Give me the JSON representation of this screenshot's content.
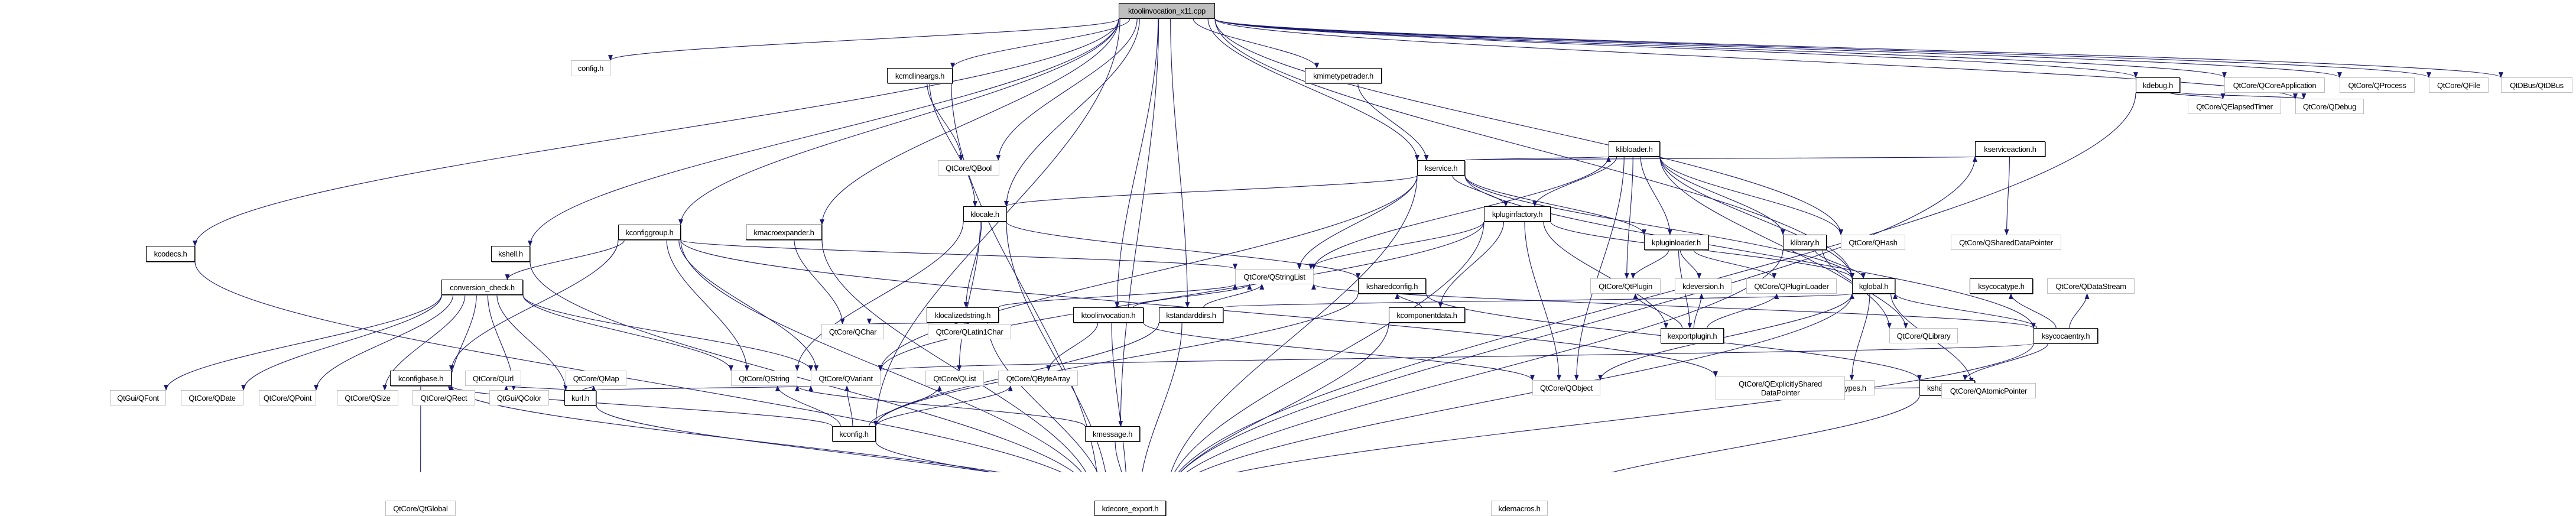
{
  "title": "ktoolinvocation_x11.cpp",
  "colors": {
    "edge": "#191970",
    "root_fill": "#bfbfbf",
    "local_border": "#000000",
    "external_border": "#bfbfbf"
  },
  "nodes": [
    {
      "id": "root",
      "label": "ktoolinvocation_x11.cpp",
      "kind": "root"
    },
    {
      "id": "config",
      "label": "config.h",
      "kind": "ext"
    },
    {
      "id": "kcodecs",
      "label": "kcodecs.h",
      "kind": "local"
    },
    {
      "id": "kshell",
      "label": "kshell.h",
      "kind": "local"
    },
    {
      "id": "kcmdlineargs",
      "label": "kcmdlineargs.h",
      "kind": "local"
    },
    {
      "id": "qbool",
      "label": "QtCore/QBool",
      "kind": "ext"
    },
    {
      "id": "kmimetypetrader",
      "label": "kmimetypetrader.h",
      "kind": "local"
    },
    {
      "id": "kservice",
      "label": "kservice.h",
      "kind": "local"
    },
    {
      "id": "klocale",
      "label": "klocale.h",
      "kind": "local"
    },
    {
      "id": "klibloader",
      "label": "klibloader.h",
      "kind": "local"
    },
    {
      "id": "kserviceaction",
      "label": "kserviceaction.h",
      "kind": "local"
    },
    {
      "id": "qshareddatapointer",
      "label": "QtCore/QSharedDataPointer",
      "kind": "ext"
    },
    {
      "id": "kpluginfactory",
      "label": "kpluginfactory.h",
      "kind": "local"
    },
    {
      "id": "kpluginloader",
      "label": "kpluginloader.h",
      "kind": "local"
    },
    {
      "id": "klibrary",
      "label": "klibrary.h",
      "kind": "local"
    },
    {
      "id": "qhash",
      "label": "QtCore/QHash",
      "kind": "ext"
    },
    {
      "id": "kconfiggroup",
      "label": "kconfiggroup.h",
      "kind": "local"
    },
    {
      "id": "kmacroexpander",
      "label": "kmacroexpander.h",
      "kind": "local"
    },
    {
      "id": "klocalizedstring",
      "label": "klocalizedstring.h",
      "kind": "local"
    },
    {
      "id": "ktoolinvocation",
      "label": "ktoolinvocation.h",
      "kind": "local"
    },
    {
      "id": "kstandarddirs",
      "label": "kstandarddirs.h",
      "kind": "local"
    },
    {
      "id": "kcomponentdata",
      "label": "kcomponentdata.h",
      "kind": "local"
    },
    {
      "id": "kexportplugin",
      "label": "kexportplugin.h",
      "kind": "local"
    },
    {
      "id": "qlibrary",
      "label": "QtCore/QLibrary",
      "kind": "ext"
    },
    {
      "id": "ksycocaentry",
      "label": "ksycocaentry.h",
      "kind": "local"
    },
    {
      "id": "qchar",
      "label": "QtCore/QChar",
      "kind": "ext"
    },
    {
      "id": "qlatin1char",
      "label": "QtCore/QLatin1Char",
      "kind": "ext"
    },
    {
      "id": "qstringlist",
      "label": "QtCore/QStringList",
      "kind": "ext"
    },
    {
      "id": "ksharedconfig",
      "label": "ksharedconfig.h",
      "kind": "local"
    },
    {
      "id": "qtplugin",
      "label": "QtCore/QtPlugin",
      "kind": "ext"
    },
    {
      "id": "kdeversion",
      "label": "kdeversion.h",
      "kind": "ext"
    },
    {
      "id": "qpluginloader",
      "label": "QtCore/QPluginLoader",
      "kind": "ext"
    },
    {
      "id": "kglobal",
      "label": "kglobal.h",
      "kind": "local"
    },
    {
      "id": "ksycocatype",
      "label": "ksycocatype.h",
      "kind": "local"
    },
    {
      "id": "qdatastream",
      "label": "QtCore/QDataStream",
      "kind": "ext"
    },
    {
      "id": "conversion_check",
      "label": "conversion_check.h",
      "kind": "local"
    },
    {
      "id": "qfont",
      "label": "QtGui/QFont",
      "kind": "ext"
    },
    {
      "id": "qdate",
      "label": "QtCore/QDate",
      "kind": "ext"
    },
    {
      "id": "qpoint",
      "label": "QtCore/QPoint",
      "kind": "ext"
    },
    {
      "id": "qsize",
      "label": "QtCore/QSize",
      "kind": "ext"
    },
    {
      "id": "qrect",
      "label": "QtCore/QRect",
      "kind": "ext"
    },
    {
      "id": "qcolor",
      "label": "QtGui/QColor",
      "kind": "ext"
    },
    {
      "id": "kurl",
      "label": "kurl.h",
      "kind": "local"
    },
    {
      "id": "kconfig",
      "label": "kconfig.h",
      "kind": "local"
    },
    {
      "id": "kmessage",
      "label": "kmessage.h",
      "kind": "local"
    },
    {
      "id": "qobject",
      "label": "QtCore/QObject",
      "kind": "ext"
    },
    {
      "id": "systypes",
      "label": "sys/types.h",
      "kind": "ext"
    },
    {
      "id": "ksharedptr",
      "label": "ksharedptr.h",
      "kind": "local"
    },
    {
      "id": "kconfigbase",
      "label": "kconfigbase.h",
      "kind": "local"
    },
    {
      "id": "qurl",
      "label": "QtCore/QUrl",
      "kind": "ext"
    },
    {
      "id": "qmap",
      "label": "QtCore/QMap",
      "kind": "ext"
    },
    {
      "id": "qstring",
      "label": "QtCore/QString",
      "kind": "ext"
    },
    {
      "id": "qvariant",
      "label": "QtCore/QVariant",
      "kind": "ext"
    },
    {
      "id": "qlist",
      "label": "QtCore/QList",
      "kind": "ext"
    },
    {
      "id": "qbytearray",
      "label": "QtCore/QByteArray",
      "kind": "ext"
    },
    {
      "id": "qexplicitlyshared",
      "label": "QtCore/QExplicitlyShared\nDataPointer",
      "kind": "ext"
    },
    {
      "id": "qatomicpointer",
      "label": "QtCore/QAtomicPointer",
      "kind": "ext"
    },
    {
      "id": "qtglobal",
      "label": "QtCore/QtGlobal",
      "kind": "ext"
    },
    {
      "id": "kdecore_export",
      "label": "kdecore_export.h",
      "kind": "local"
    },
    {
      "id": "kdemacros",
      "label": "kdemacros.h",
      "kind": "ext"
    },
    {
      "id": "kdebug",
      "label": "kdebug.h",
      "kind": "local"
    },
    {
      "id": "qelapsedtimer",
      "label": "QtCore/QElapsedTimer",
      "kind": "ext"
    },
    {
      "id": "qdebug",
      "label": "QtCore/QDebug",
      "kind": "ext"
    },
    {
      "id": "qcoreapplication",
      "label": "QtCore/QCoreApplication",
      "kind": "ext"
    },
    {
      "id": "qprocess",
      "label": "QtCore/QProcess",
      "kind": "ext"
    },
    {
      "id": "qfile",
      "label": "QtCore/QFile",
      "kind": "ext"
    },
    {
      "id": "qdbus",
      "label": "QtDBus/QtDBus",
      "kind": "ext"
    }
  ],
  "edges": [
    [
      "root",
      "config"
    ],
    [
      "root",
      "kcodecs"
    ],
    [
      "root",
      "kshell"
    ],
    [
      "root",
      "kcmdlineargs"
    ],
    [
      "root",
      "qbool"
    ],
    [
      "root",
      "kmimetypetrader"
    ],
    [
      "root",
      "kservice"
    ],
    [
      "root",
      "klocale"
    ],
    [
      "root",
      "kconfiggroup"
    ],
    [
      "root",
      "kmacroexpander"
    ],
    [
      "root",
      "ktoolinvocation"
    ],
    [
      "root",
      "kstandarddirs"
    ],
    [
      "root",
      "kmessage"
    ],
    [
      "root",
      "kconfig"
    ],
    [
      "root",
      "qhash"
    ],
    [
      "root",
      "kglobal"
    ],
    [
      "root",
      "kdebug"
    ],
    [
      "root",
      "qcoreapplication"
    ],
    [
      "root",
      "qprocess"
    ],
    [
      "root",
      "qfile"
    ],
    [
      "root",
      "qdbus"
    ],
    [
      "root",
      "qdebug"
    ],
    [
      "kcodecs",
      "kdecore_export"
    ],
    [
      "kshell",
      "kdecore_export"
    ],
    [
      "kcmdlineargs",
      "qbool"
    ],
    [
      "kcmdlineargs",
      "klocale"
    ],
    [
      "kcmdlineargs",
      "kdecore_export"
    ],
    [
      "kmimetypetrader",
      "kservice"
    ],
    [
      "kservice",
      "klocale"
    ],
    [
      "kservice",
      "klibloader"
    ],
    [
      "kservice",
      "kserviceaction"
    ],
    [
      "kservice",
      "kpluginfactory"
    ],
    [
      "kservice",
      "kpluginloader"
    ],
    [
      "kservice",
      "qstringlist"
    ],
    [
      "kservice",
      "ksycocaentry"
    ],
    [
      "kservice",
      "kglobal"
    ],
    [
      "kservice",
      "qvariant"
    ],
    [
      "kservice",
      "kdecore_export"
    ],
    [
      "klocale",
      "klocalizedstring"
    ],
    [
      "klocale",
      "qstring"
    ],
    [
      "klocale",
      "qlist"
    ],
    [
      "klocale",
      "kdecore_export"
    ],
    [
      "klocale",
      "ksharedconfig"
    ],
    [
      "klibloader",
      "kpluginloader"
    ],
    [
      "klibloader",
      "klibrary"
    ],
    [
      "klibloader",
      "qhash"
    ],
    [
      "klibloader",
      "kpluginfactory"
    ],
    [
      "klibloader",
      "qobject"
    ],
    [
      "klibloader",
      "qstringlist"
    ],
    [
      "klibloader",
      "qlibrary"
    ],
    [
      "klibloader",
      "kglobal"
    ],
    [
      "klibloader",
      "qtplugin"
    ],
    [
      "kserviceaction",
      "qshareddatapointer"
    ],
    [
      "kserviceaction",
      "kdecore_export"
    ],
    [
      "kpluginfactory",
      "kcomponentdata"
    ],
    [
      "kpluginfactory",
      "qobject"
    ],
    [
      "kpluginfactory",
      "qstringlist"
    ],
    [
      "kpluginfactory",
      "kglobal"
    ],
    [
      "kpluginfactory",
      "qvariant"
    ],
    [
      "kpluginfactory",
      "kexportplugin"
    ],
    [
      "kpluginfactory",
      "kdecore_export"
    ],
    [
      "kpluginloader",
      "kexportplugin"
    ],
    [
      "kpluginloader",
      "qpluginloader"
    ],
    [
      "kpluginloader",
      "qtplugin"
    ],
    [
      "kpluginloader",
      "kdeversion"
    ],
    [
      "klibrary",
      "qlibrary"
    ],
    [
      "klibrary",
      "kglobal"
    ],
    [
      "klibrary",
      "kdecore_export"
    ],
    [
      "kconfiggroup",
      "conversion_check"
    ],
    [
      "kconfiggroup",
      "qstringlist"
    ],
    [
      "kconfiggroup",
      "kconfigbase"
    ],
    [
      "kconfiggroup",
      "qvariant"
    ],
    [
      "kconfiggroup",
      "qexplicitlyshared"
    ],
    [
      "kconfiggroup",
      "kdecore_export"
    ],
    [
      "kconfiggroup",
      "qstring"
    ],
    [
      "kmacroexpander",
      "qchar"
    ],
    [
      "kmacroexpander",
      "kdecore_export"
    ],
    [
      "klocalizedstring",
      "qchar"
    ],
    [
      "klocalizedstring",
      "qlatin1char"
    ],
    [
      "klocalizedstring",
      "qstringlist"
    ],
    [
      "klocalizedstring",
      "kdecore_export"
    ],
    [
      "ktoolinvocation",
      "qstringlist"
    ],
    [
      "ktoolinvocation",
      "qobject"
    ],
    [
      "ktoolinvocation",
      "qbytearray"
    ],
    [
      "ktoolinvocation",
      "kdecore_export"
    ],
    [
      "kstandarddirs",
      "qstringlist"
    ],
    [
      "kstandarddirs",
      "kconfig"
    ],
    [
      "kstandarddirs",
      "kglobal"
    ],
    [
      "kstandarddirs",
      "kdecore_export"
    ],
    [
      "kcomponentdata",
      "ksharedconfig"
    ],
    [
      "kcomponentdata",
      "kdecore_export"
    ],
    [
      "kexportplugin",
      "qtplugin"
    ],
    [
      "kexportplugin",
      "kdeversion"
    ],
    [
      "kexportplugin",
      "qpluginloader"
    ],
    [
      "ksycocaentry",
      "ksycocatype"
    ],
    [
      "ksycocaentry",
      "qdatastream"
    ],
    [
      "ksycocaentry",
      "qstringlist"
    ],
    [
      "ksycocaentry",
      "kglobal"
    ],
    [
      "ksycocaentry",
      "ksharedptr"
    ],
    [
      "ksycocaentry",
      "qvariant"
    ],
    [
      "ksycocaentry",
      "kdecore_export"
    ],
    [
      "ksharedconfig",
      "kconfig"
    ],
    [
      "ksharedconfig",
      "ksharedptr"
    ],
    [
      "kglobal",
      "qobject"
    ],
    [
      "kglobal",
      "systypes"
    ],
    [
      "kglobal",
      "kdecore_export"
    ],
    [
      "kglobal",
      "qatomicpointer"
    ],
    [
      "conversion_check",
      "qfont"
    ],
    [
      "conversion_check",
      "qdate"
    ],
    [
      "conversion_check",
      "qpoint"
    ],
    [
      "conversion_check",
      "qsize"
    ],
    [
      "conversion_check",
      "qrect"
    ],
    [
      "conversion_check",
      "qcolor"
    ],
    [
      "conversion_check",
      "kurl"
    ],
    [
      "conversion_check",
      "qstring"
    ],
    [
      "conversion_check",
      "qvariant"
    ],
    [
      "kurl",
      "qurl"
    ],
    [
      "kurl",
      "qmap"
    ],
    [
      "kurl",
      "qvariant"
    ],
    [
      "kurl",
      "kdecore_export"
    ],
    [
      "kconfig",
      "kconfigbase"
    ],
    [
      "kconfig",
      "qstring"
    ],
    [
      "kconfig",
      "qvariant"
    ],
    [
      "kconfig",
      "qlist"
    ],
    [
      "kconfig",
      "qbytearray"
    ],
    [
      "kconfig",
      "kdecore_export"
    ],
    [
      "kmessage",
      "kdecore_export"
    ],
    [
      "kmessage",
      "qstring"
    ],
    [
      "ksharedptr",
      "qexplicitlyshared"
    ],
    [
      "ksharedptr",
      "qatomicpointer"
    ],
    [
      "ksharedptr",
      "kdemacros"
    ],
    [
      "kconfigbase",
      "qtglobal"
    ],
    [
      "kconfigbase",
      "kdecore_export"
    ],
    [
      "kdecore_export",
      "kdemacros"
    ],
    [
      "kdebug",
      "qelapsedtimer"
    ],
    [
      "kdebug",
      "qdebug"
    ],
    [
      "kdebug",
      "kdecore_export"
    ]
  ]
}
